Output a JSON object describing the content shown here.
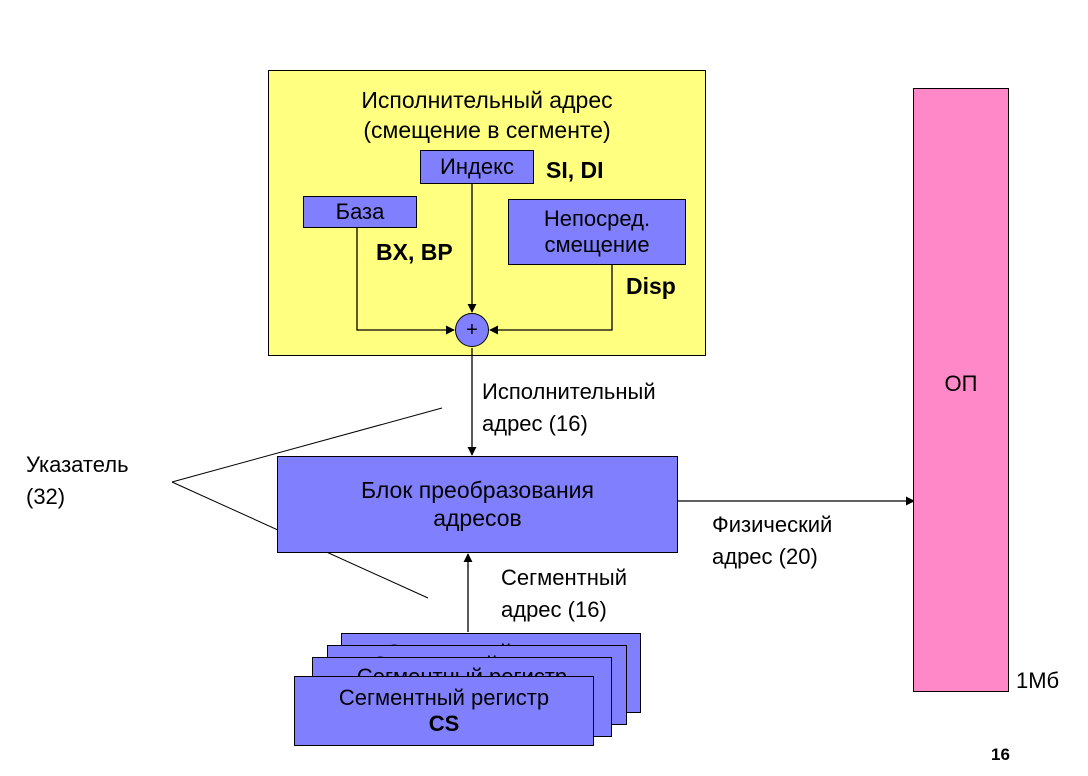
{
  "exec_panel": {
    "title_line1": "Исполнительный адрес",
    "title_line2": "(смещение в сегменте)",
    "index_label": "Индекс",
    "index_regs": "SI, DI",
    "base_label": "База",
    "base_regs": "BX, BP",
    "disp_label_line1": "Непосред.",
    "disp_label_line2": "смещение",
    "disp_reg": "Disp",
    "adder_symbol": "+"
  },
  "exec_addr_label": {
    "line1": "Исполнительный",
    "line2": "адрес (16)"
  },
  "pointer_label": {
    "line1": "Указатель",
    "line2": "(32)"
  },
  "translation_block": {
    "line1": "Блок преобразования",
    "line2": "адресов"
  },
  "segment_addr_label": {
    "line1": "Сегментный",
    "line2": "адрес (16)"
  },
  "physical_addr_label": {
    "line1": "Физический",
    "line2": "адрес (20)"
  },
  "segment_registers": {
    "back_label": "Сегментный регистр",
    "front_line1": "Сегментный регистр",
    "front_line2": "CS"
  },
  "memory": {
    "label": "ОП",
    "size": "1Мб"
  },
  "slide_number": "16",
  "colors": {
    "panel_yellow": "#ffff80",
    "block_blue": "#8080ff",
    "memory_pink": "#ff88c8"
  }
}
